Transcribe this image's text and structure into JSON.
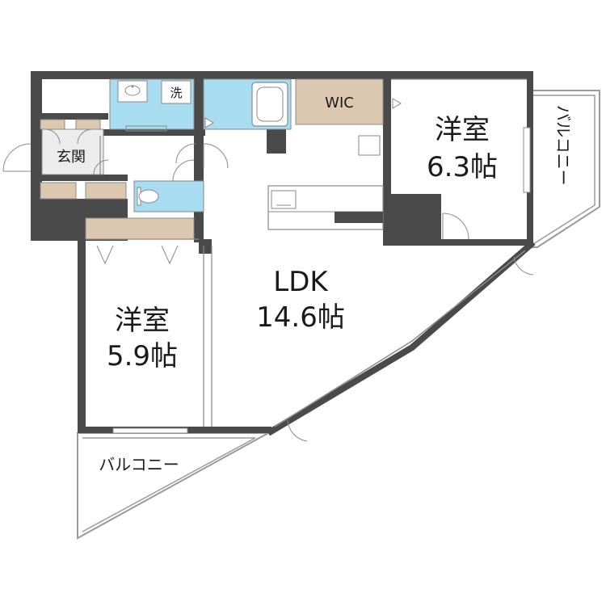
{
  "rooms": {
    "western_room_a": {
      "name": "洋室",
      "size": "6.3帖"
    },
    "western_room_b": {
      "name": "洋室",
      "size": "5.9帖"
    },
    "ldk": {
      "name": "LDK",
      "size": "14.6帖"
    },
    "wic": {
      "name": "WIC"
    },
    "entrance": {
      "name": "玄関"
    },
    "laundry": {
      "name": "洗"
    }
  },
  "balconies": {
    "right": "バルコニー",
    "bottom": "バルコニー"
  },
  "colors": {
    "wall": "#4a4a4a",
    "wet_area": "#a8dcf0",
    "storage": "#dcc8b0",
    "floor": "#ffffff",
    "line": "#8a8a8a"
  }
}
